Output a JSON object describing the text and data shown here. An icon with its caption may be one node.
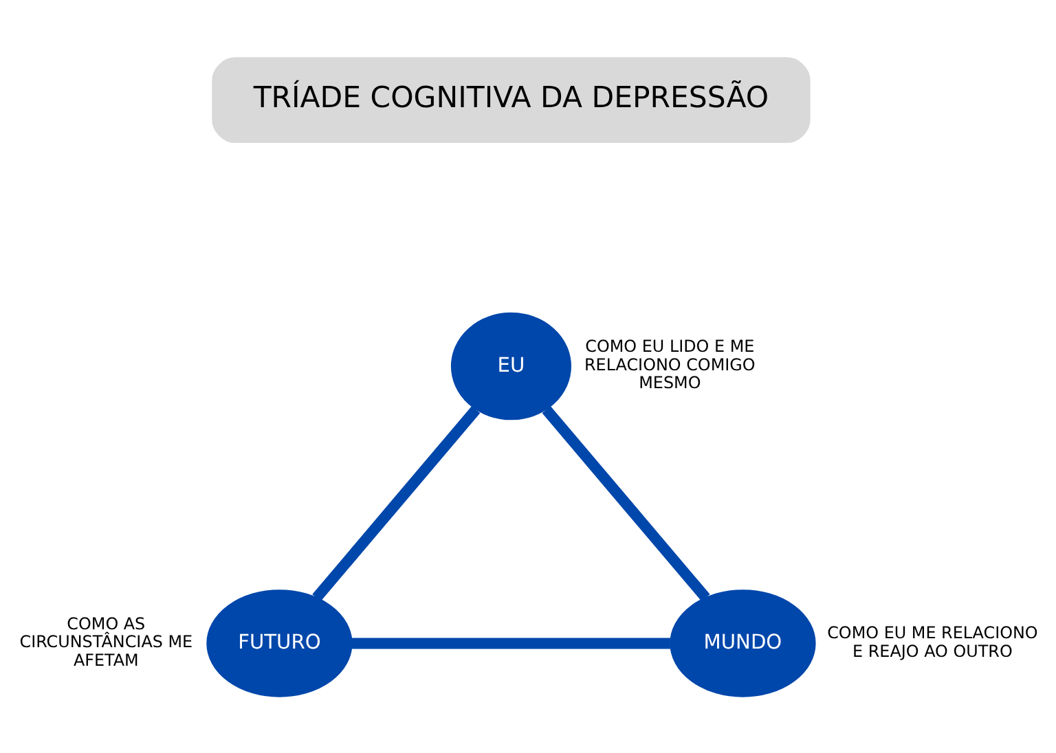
{
  "diagram": {
    "nodes": [
      {
        "text": [
          "TRÍADE COGNITIVA DA DEPRESSÃO"
        ]
      },
      {
        "text": [
          "EU"
        ],
        "beside": [
          "COMO EU LIDO E ME RELACIONO COMIGO MESMO"
        ]
      },
      {
        "text": [
          "FUTURO"
        ],
        "beside": [
          "COMO AS CIRCUNSTÂNCIAS ME AFETAM"
        ]
      },
      {
        "text": [
          "MUNDO"
        ],
        "beside": [
          "COMO EU ME RELACIONO E REAJO AO OUTRO"
        ]
      }
    ],
    "edges": [
      {
        "from": 1,
        "to": 2,
        "arrow": "none"
      },
      {
        "from": 2,
        "to": 3,
        "arrow": "none"
      },
      {
        "from": 3,
        "to": 1,
        "arrow": "none"
      }
    ]
  }
}
